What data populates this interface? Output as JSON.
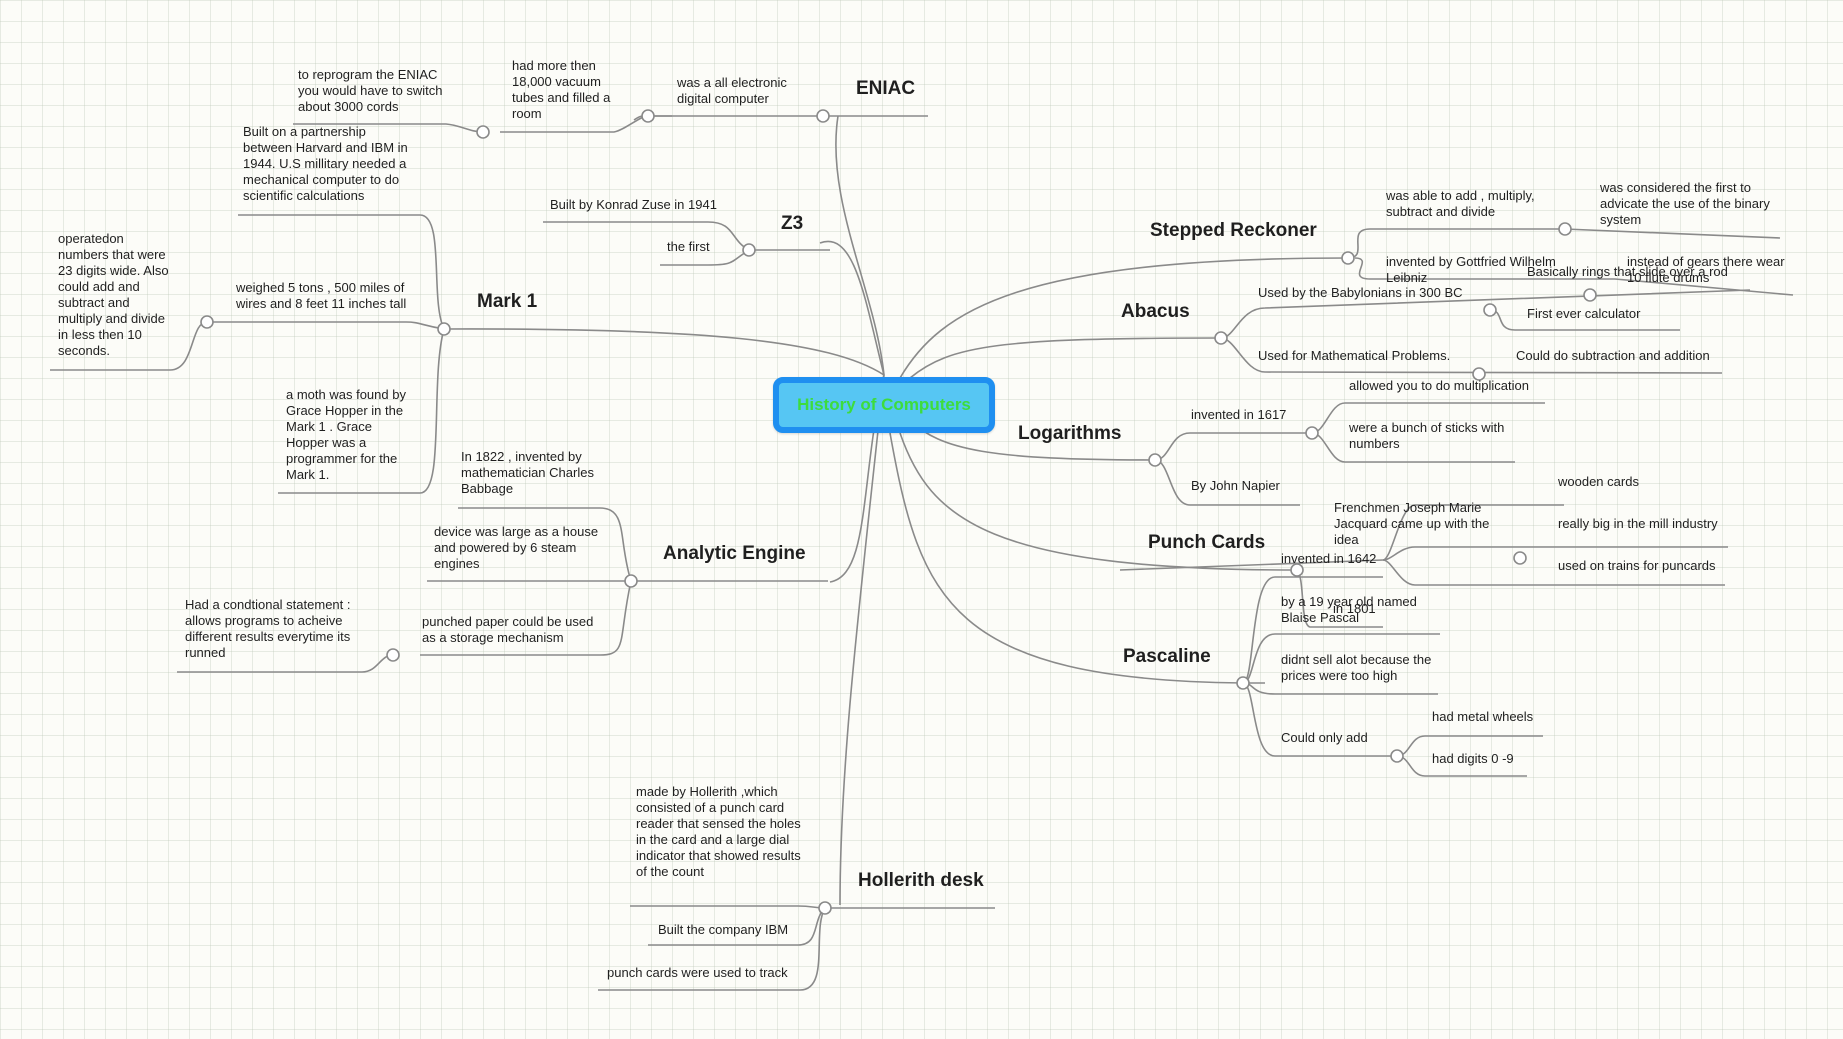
{
  "root": {
    "label": "History of Computers"
  },
  "topics": {
    "eniac": "ENIAC",
    "z3": "Z3",
    "mark1": "Mark 1",
    "analytic": "Analytic  Engine",
    "hollerith": "Hollerith desk",
    "stepped": "Stepped Reckoner",
    "abacus": "Abacus",
    "logarithms": "Logarithms",
    "punch": "Punch Cards",
    "pascaline": "Pascaline"
  },
  "notes": {
    "eniac_electronic": "was a all electronic digital computer",
    "eniac_tubes": "had more then 18,000 vacuum tubes and filled a room",
    "eniac_reprogram": "to reprogram the ENIAC you would have to switch about 3000 cords",
    "z3_built": "Built by Konrad Zuse in 1941",
    "z3_first": "the first",
    "mark1_partnership": "Built on a partnership between Harvard and IBM in 1944. U.S millitary needed a mechanical computer to do scientific calculations",
    "mark1_weighed": "weighed 5 tons , 500 miles of wires and 8 feet 11 inches tall",
    "mark1_operated": "operatedon numbers that were 23 digits wide. Also could add and subtract and multiply and divide in less then 10 seconds.",
    "mark1_moth": "a moth was found by Grace Hopper in the Mark 1 . Grace Hopper was a programmer for the Mark 1.",
    "ae_1822": "In 1822 , invented by mathematician Charles Babbage",
    "ae_device": "device was large as a house and powered by 6 steam engines",
    "ae_punched": "punched paper could be used as a storage mechanism",
    "ae_conditional": "Had a condtional statement : allows programs to acheive different results everytime its runned",
    "hd_made": "made by Hollerith ,which consisted of  a punch card reader that sensed the holes in the card and a large dial indicator that showed results of the count",
    "hd_ibm": "Built the company IBM",
    "hd_track": "punch cards were used to track",
    "sr_able": "was able to add , multiply, subtract and divide",
    "sr_binary": "was considered the first  to advicate the use of the binary system",
    "sr_leibniz": "invented by Gottfried Wilhelm Leibniz",
    "sr_gears": "instead of gears there wear 10 flute drums",
    "ab_babylon": "Used by the Babylonians in 300 BC",
    "ab_rings": "Basically rings that slide over a rod",
    "ab_first": "First ever calculator",
    "ab_math": "Used for Mathematical Problems.",
    "ab_subtract": "Could do subtraction and addition",
    "lg_1617": "invented in 1617",
    "lg_multiply": "allowed you to do multiplication",
    "lg_sticks": "were a bunch of sticks with numbers",
    "lg_napier": "By John Napier",
    "pc_jacquard": "Frenchmen Joseph Marie Jacquard came up with the idea",
    "pc_1801": "in 1801",
    "pc_wooden": "wooden cards",
    "pc_mill": "really big in the mill industry",
    "pc_trains": "used on trains for puncards",
    "pa_1642": "invented in 1642",
    "pa_pascal": "by a 19 year old named Blaise Pascal",
    "pa_sell": "didnt sell alot because the prices were too high",
    "pa_add": "Could only add",
    "pa_metal": "had metal wheels",
    "pa_digits": "had digits 0 -9"
  },
  "colors": {
    "line": "#8a8a8a",
    "root_fill": "#56c6f3",
    "root_border": "#1f8ff0",
    "root_text": "#3ddc3d",
    "grid": "#d7dccf"
  }
}
